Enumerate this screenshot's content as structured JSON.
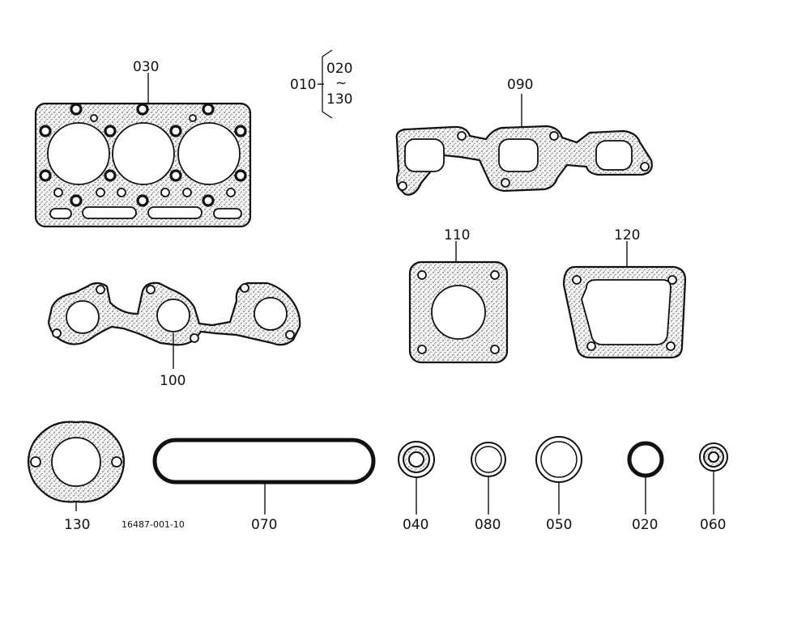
{
  "diagram": {
    "drawing_number": "16487-001-10",
    "callouts": {
      "head_gasket": "030",
      "gasket_set": "010",
      "set_range_start": "020",
      "set_range_sep": "~",
      "set_range_end": "130",
      "exhaust_manifold_gasket": "090",
      "intake_manifold_gasket": "100",
      "square_gasket": "110",
      "cover_gasket": "120",
      "oval_gasket": "130",
      "oring_long": "070",
      "seal_040": "040",
      "ring_080": "080",
      "ring_050": "050",
      "oring_020": "020",
      "seal_060": "060"
    }
  }
}
